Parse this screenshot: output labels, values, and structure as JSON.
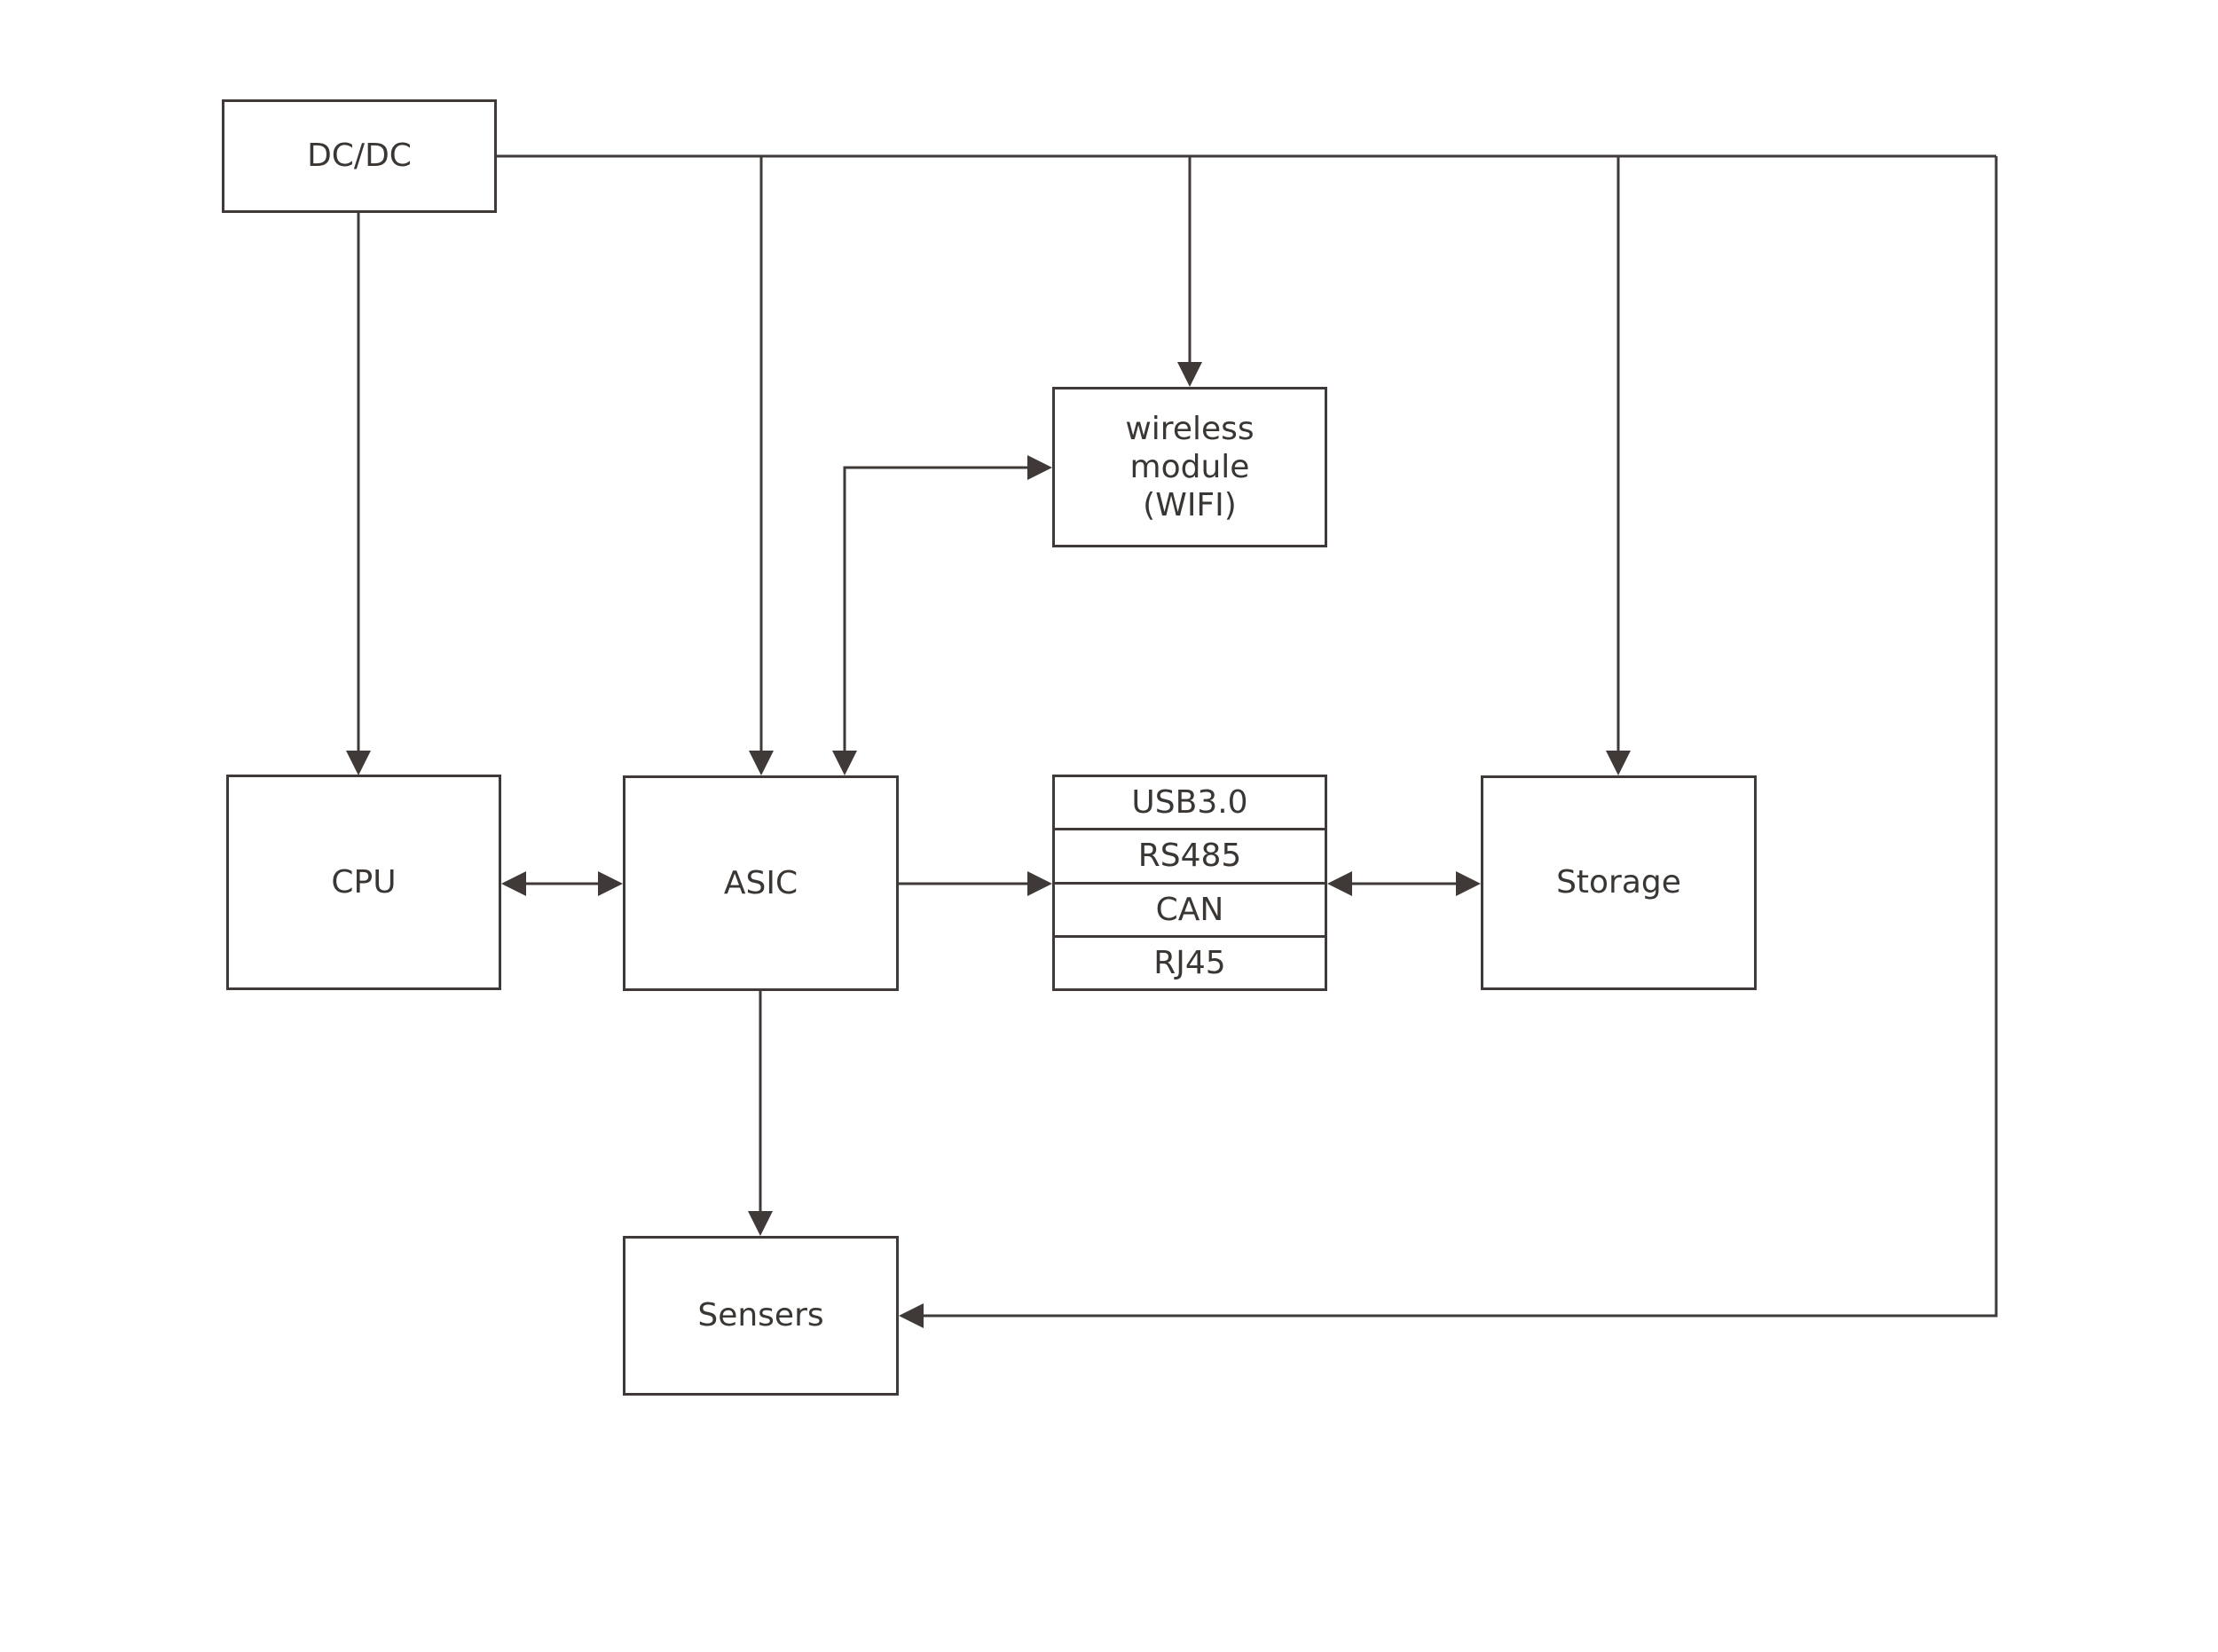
{
  "diagram": {
    "background_color": "#ffffff",
    "line_color": "#3f3a38",
    "text_color": "#3a3633",
    "nodes": {
      "dcdc": {
        "label": "DC/DC"
      },
      "wifi": {
        "label": "wireless\nmodule\n(WIFI)"
      },
      "cpu": {
        "label": "CPU"
      },
      "asic": {
        "label": "ASIC"
      },
      "interfaces": {
        "rows": [
          "USB3.0",
          "RS485",
          "CAN",
          "RJ45"
        ]
      },
      "storage": {
        "label": "Storage"
      },
      "sensors": {
        "label": "Sensers"
      }
    },
    "edges": [
      {
        "from": "DC/DC",
        "to": "CPU",
        "style": "arrow"
      },
      {
        "from": "DC/DC",
        "to": "ASIC",
        "style": "arrow"
      },
      {
        "from": "DC/DC",
        "to": "wireless module (WIFI)",
        "style": "arrow"
      },
      {
        "from": "DC/DC",
        "to": "Storage",
        "style": "arrow"
      },
      {
        "from": "DC/DC",
        "to": "Sensers",
        "style": "arrow"
      },
      {
        "from": "CPU",
        "to": "ASIC",
        "style": "bidirectional"
      },
      {
        "from": "ASIC",
        "to": "wireless module (WIFI)",
        "style": "bidirectional"
      },
      {
        "from": "ASIC",
        "to": "interface-stack",
        "style": "arrow"
      },
      {
        "from": "interface-stack",
        "to": "Storage",
        "style": "bidirectional"
      },
      {
        "from": "ASIC",
        "to": "Sensers",
        "style": "arrow"
      }
    ]
  }
}
